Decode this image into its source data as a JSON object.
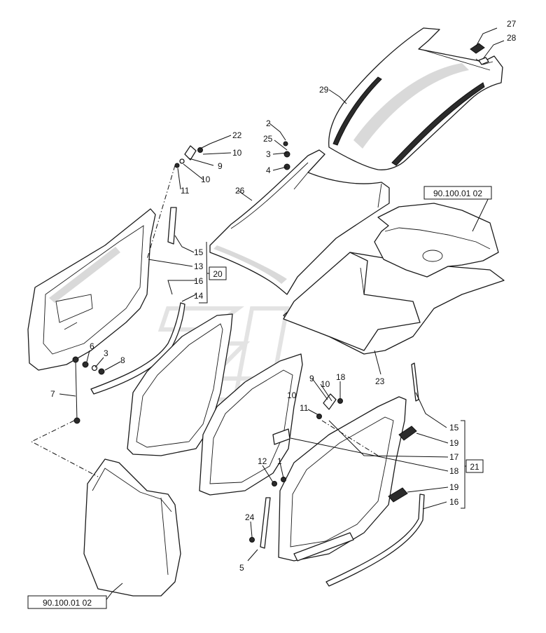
{
  "diagram": {
    "callouts": {
      "c27": "27",
      "c28": "28",
      "c29": "29",
      "c2": "2",
      "c25": "25",
      "c3a": "3",
      "c4": "4",
      "c22": "22",
      "c10a": "10",
      "c9a": "9",
      "c10b": "10",
      "c11a": "11",
      "c26": "26",
      "c15a": "15",
      "c13": "13",
      "c20": "20",
      "c16a": "16",
      "c14": "14",
      "c6": "6",
      "c3b": "3",
      "c8": "8",
      "c7": "7",
      "c23": "23",
      "c9b": "9",
      "c10c": "10",
      "c18": "18",
      "c11b": "11",
      "c15b": "15",
      "c19a": "19",
      "c17": "17",
      "c18b": "18",
      "c21": "21",
      "c19b": "19",
      "c16b": "16",
      "c12": "12",
      "c1": "1",
      "c24": "24",
      "c5": "5"
    },
    "references": {
      "ref_top": "90.100.01 02",
      "ref_bottom": "90.100.01 02"
    }
  }
}
